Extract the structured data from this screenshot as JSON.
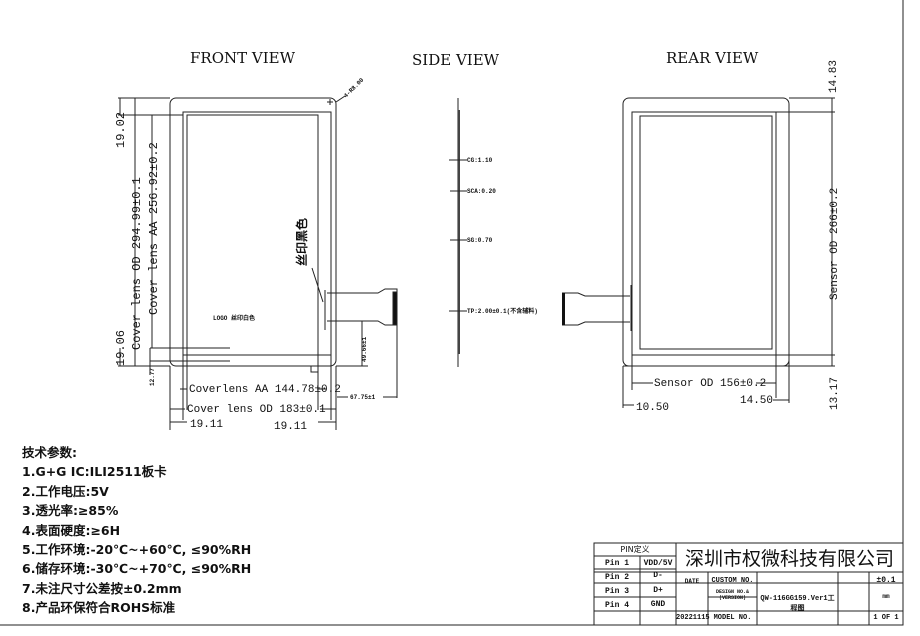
{
  "views": {
    "front": "FRONT VIEW",
    "side": "SIDE VIEW",
    "rear": "REAR VIEW"
  },
  "front": {
    "hole": "4-R8.00",
    "top_margin": "19.02",
    "od_height": "Cover lens OD 294.99±0.1",
    "aa_height": "Cover lens AA 256.92±0.2",
    "bottom_margin": "19.06",
    "bottom_small": "12.77",
    "silk_black": "丝印黑色",
    "logo": "LOGO 丝印白色",
    "fpc_offset": "49.66±1",
    "aa_width": "Coverlens AA 144.78±0.2",
    "od_width": "Cover lens OD 183±0.1",
    "fpc_length": "67.75±1",
    "left_margin": "19.11",
    "right_margin": "19.11"
  },
  "side": {
    "cg": "CG:1.10",
    "sca": "SCA:0.20",
    "sg": "SG:0.70",
    "tp": "TP:2.00±0.1(不含辅料)"
  },
  "rear": {
    "top": "14.83",
    "sensor_height": "Sensor OD 266±0.2",
    "bottom": "13.17",
    "sensor_width": "Sensor OD 156±0.2",
    "left": "10.50",
    "right": "14.50"
  },
  "specs": {
    "title": "技术参数:",
    "items": [
      "1.G+G  IC:ILI2511板卡",
      "2.工作电压:5V",
      "3.透光率:≥85%",
      "4.表面硬度:≥6H",
      "5.工作环境:-20℃~+60℃, ≤90%RH",
      "6.储存环境:-30℃~+70℃, ≤90%RH",
      "7.未注尺寸公差按±0.2mm",
      "8.产品环保符合ROHS标准"
    ]
  },
  "title_block": {
    "pin_header": "PIN定义",
    "pins": [
      [
        "Pin 1",
        "VDD/5V"
      ],
      [
        "Pin 2",
        "D-"
      ],
      [
        "Pin 3",
        "D+"
      ],
      [
        "Pin 4",
        "GND"
      ]
    ],
    "company": "深圳市权微科技有限公司",
    "date_label": "DATE",
    "custom_label": "CUSTOM NO.",
    "tolerance": "±0.1",
    "design_label": "DESIGN NO.&(VERSION)",
    "drawing_name": "QW-116GG159.Ver1工程图",
    "unit": "mm",
    "date": "20221115",
    "model_label": "MODEL NO.",
    "sheet": "1 OF 1"
  }
}
